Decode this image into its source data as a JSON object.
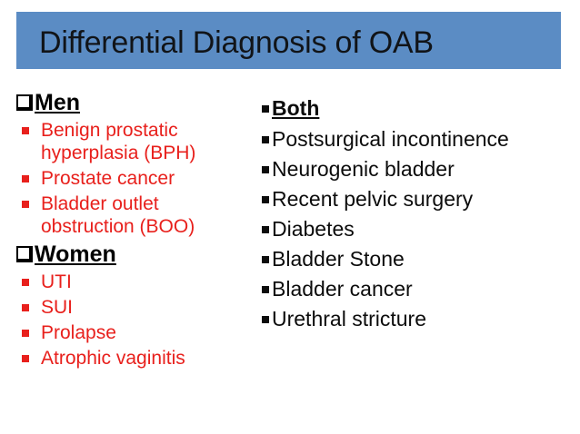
{
  "slide": {
    "title": "Differential Diagnosis of OAB",
    "banner_color": "#5b8cc4",
    "accent_red": "#e8201c",
    "text_black": "#0c0c0c",
    "background": "#ffffff"
  },
  "left_column": {
    "sections": [
      {
        "heading": "Men",
        "bullet_glyph": "hollow-square",
        "items": [
          "Benign prostatic hyperplasia (BPH)",
          "Prostate cancer",
          "Bladder outlet obstruction (BOO)"
        ]
      },
      {
        "heading": "Women",
        "bullet_glyph": "hollow-square",
        "items": [
          "UTI",
          "SUI",
          "Prolapse",
          "Atrophic vaginitis"
        ]
      }
    ]
  },
  "right_column": {
    "heading": "Both",
    "bullet_glyph": "filled-square",
    "items": [
      "Postsurgical incontinence",
      "Neurogenic bladder",
      "Recent pelvic surgery",
      "Diabetes",
      "Bladder Stone",
      "Bladder cancer",
      "Urethral stricture"
    ]
  }
}
